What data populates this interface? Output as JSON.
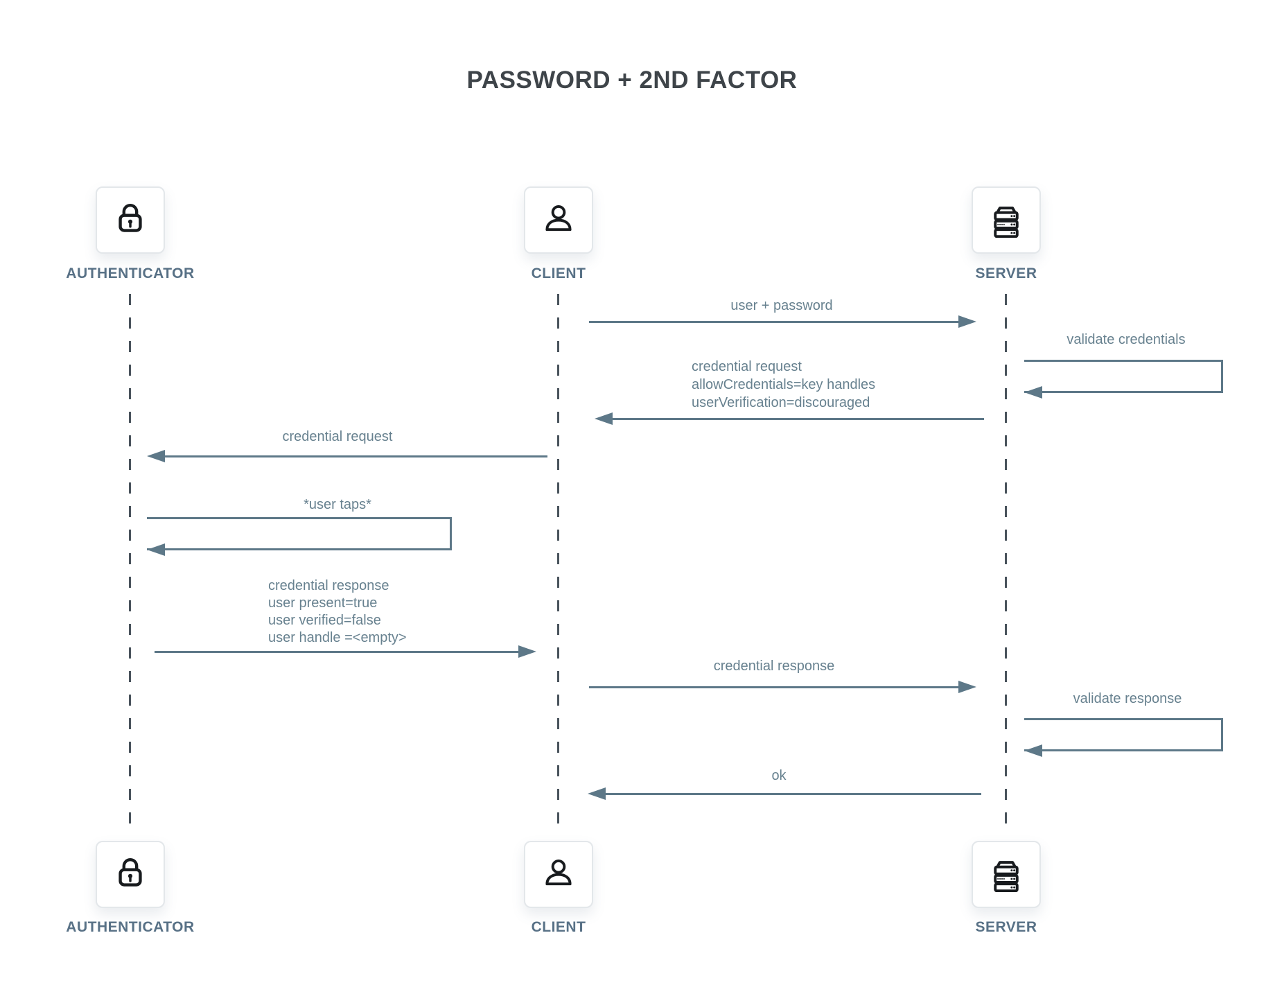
{
  "title": "PASSWORD + 2ND FACTOR",
  "actors": {
    "authenticator": {
      "label": "AUTHENTICATOR",
      "icon": "lock-icon"
    },
    "client": {
      "label": "CLIENT",
      "icon": "person-icon"
    },
    "server": {
      "label": "SERVER",
      "icon": "server-icon"
    }
  },
  "messages": {
    "user_password": {
      "text": "user + password",
      "from": "CLIENT",
      "to": "SERVER",
      "direction": "right"
    },
    "validate_credentials": {
      "text": "validate credentials",
      "from": "SERVER",
      "to": "SERVER",
      "direction": "self"
    },
    "credential_request_to_client": {
      "lines": [
        "credential request",
        "allowCredentials=key handles",
        "userVerification=discouraged"
      ],
      "from": "SERVER",
      "to": "CLIENT",
      "direction": "left"
    },
    "credential_request_to_authenticator": {
      "text": "credential request",
      "from": "CLIENT",
      "to": "AUTHENTICATOR",
      "direction": "left"
    },
    "user_taps": {
      "text": "*user taps*",
      "from": "AUTHENTICATOR",
      "to": "AUTHENTICATOR",
      "direction": "self"
    },
    "credential_response_to_client": {
      "lines": [
        "credential response",
        "user present=true",
        "user verified=false",
        "user handle =<empty>"
      ],
      "from": "AUTHENTICATOR",
      "to": "CLIENT",
      "direction": "right"
    },
    "credential_response_to_server": {
      "text": "credential response",
      "from": "CLIENT",
      "to": "SERVER",
      "direction": "right"
    },
    "validate_response": {
      "text": "validate response",
      "from": "SERVER",
      "to": "SERVER",
      "direction": "self"
    },
    "ok": {
      "text": "ok",
      "from": "SERVER",
      "to": "CLIENT",
      "direction": "left"
    }
  },
  "colors": {
    "arrow": "#5d7888",
    "lifeline": "#49535c",
    "actor_label": "#587186",
    "message_text": "#67818f",
    "title": "#3e4449",
    "card_border": "#e3e7ea",
    "icon": "#181b1e"
  }
}
